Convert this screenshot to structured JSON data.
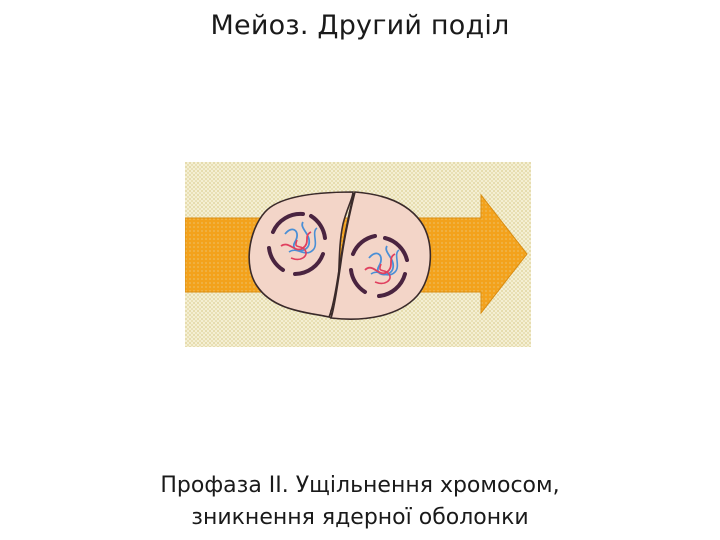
{
  "slide": {
    "title": "Мейоз. Другий поділ",
    "caption_line1": "Профаза II. Ущільнення хромосом,",
    "caption_line2": "зникнення ядерної оболонки"
  },
  "figure": {
    "colors": {
      "background_pattern": "#efe7bf",
      "arrow": "#f2a51e",
      "cell_fill": "#f3d5c8",
      "cell_outline": "#3a2a2a",
      "nuclear_envelope": "#4a2440",
      "chromosome_blue": "#4a8fd6",
      "chromosome_red": "#e0405f"
    }
  }
}
